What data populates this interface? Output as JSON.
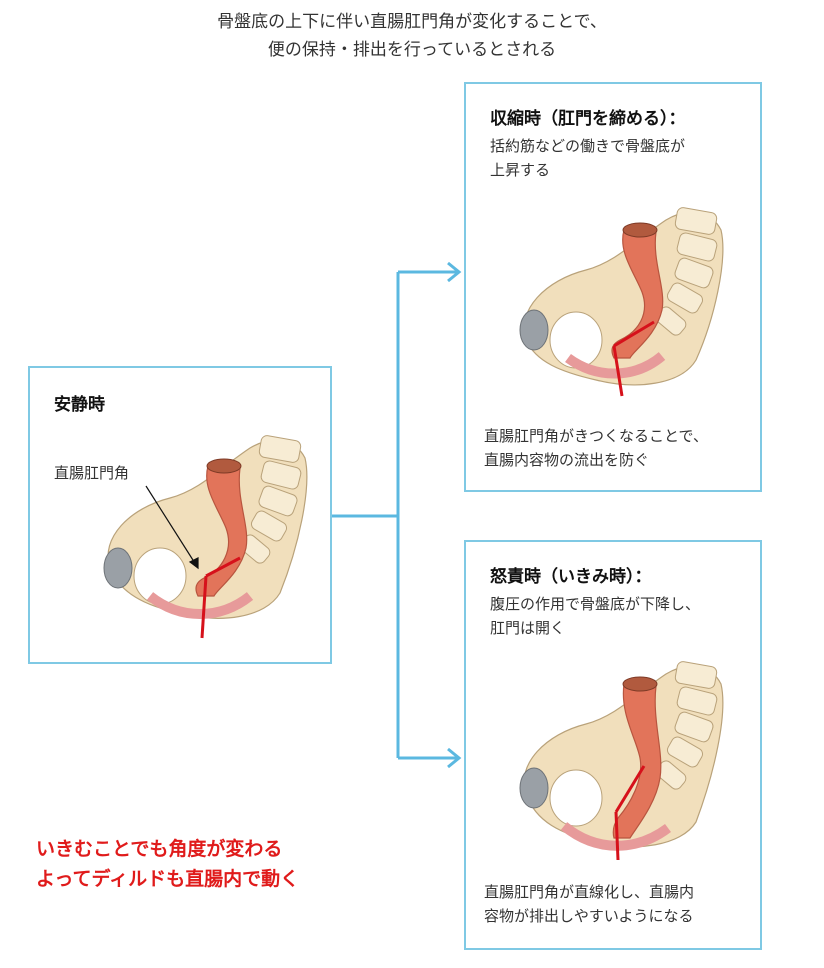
{
  "title": {
    "line1": "骨盤底の上下に伴い直腸肛門角が変化することで、",
    "line2": "便の保持・排出を行っているとされる"
  },
  "rest": {
    "heading": "安静時",
    "angle_label": "直腸肛門角"
  },
  "contract": {
    "heading": "収縮時（肛門を締める）：",
    "desc1": "括約筋などの働きで骨盤底が",
    "desc2": "上昇する",
    "result1": "直腸肛門角がきつくなることで、",
    "result2": "直腸内容物の流出を防ぐ"
  },
  "strain": {
    "heading": "怒責時（いきみ時）：",
    "desc1": "腹圧の作用で骨盤底が下降し、",
    "desc2": "肛門は開く",
    "result1": "直腸肛門角が直線化し、直腸内",
    "result2": "容物が排出しやすいようになる"
  },
  "note": {
    "line1": "いきむことでも角度が変わる",
    "line2": "よってディルドも直腸内で動く"
  },
  "colors": {
    "panel_border": "#7fc9e4",
    "arrow": "#5bb8e0",
    "rectum": "#e2745a",
    "bone": "#f1dfbc",
    "angle_line": "#d6111b",
    "note": "#e01b1b"
  }
}
